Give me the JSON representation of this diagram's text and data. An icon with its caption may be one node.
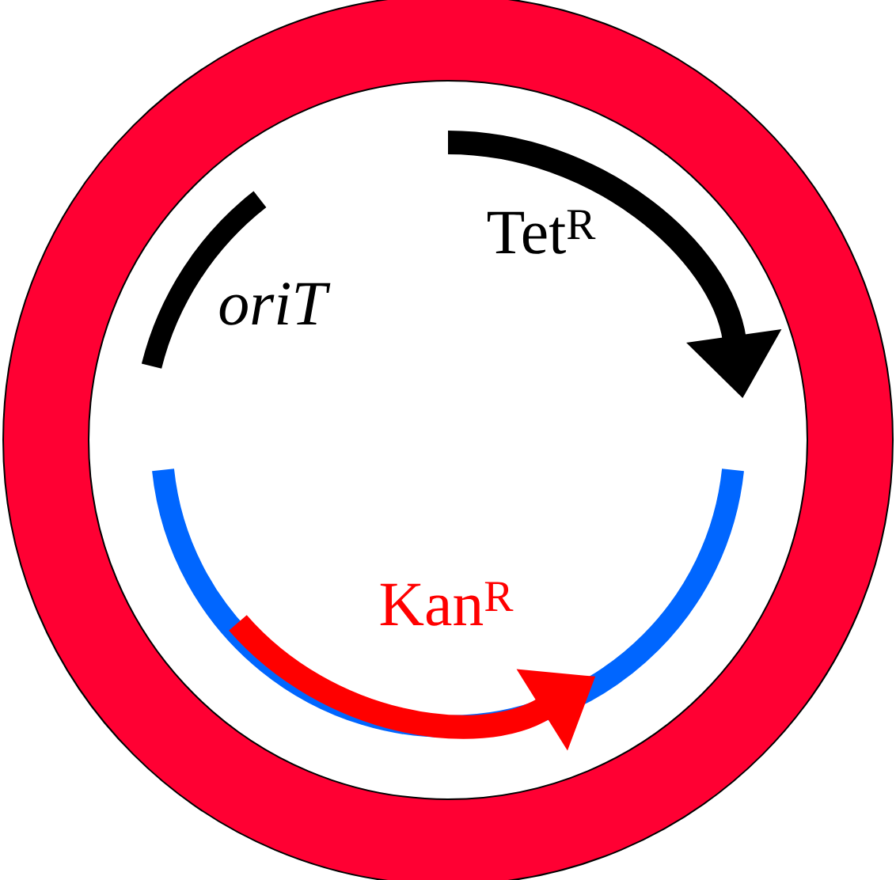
{
  "diagram": {
    "labels": [
      "oriT",
      "Tet$^{R}$",
      "Kan$^{R}$"
    ]
  }
}
